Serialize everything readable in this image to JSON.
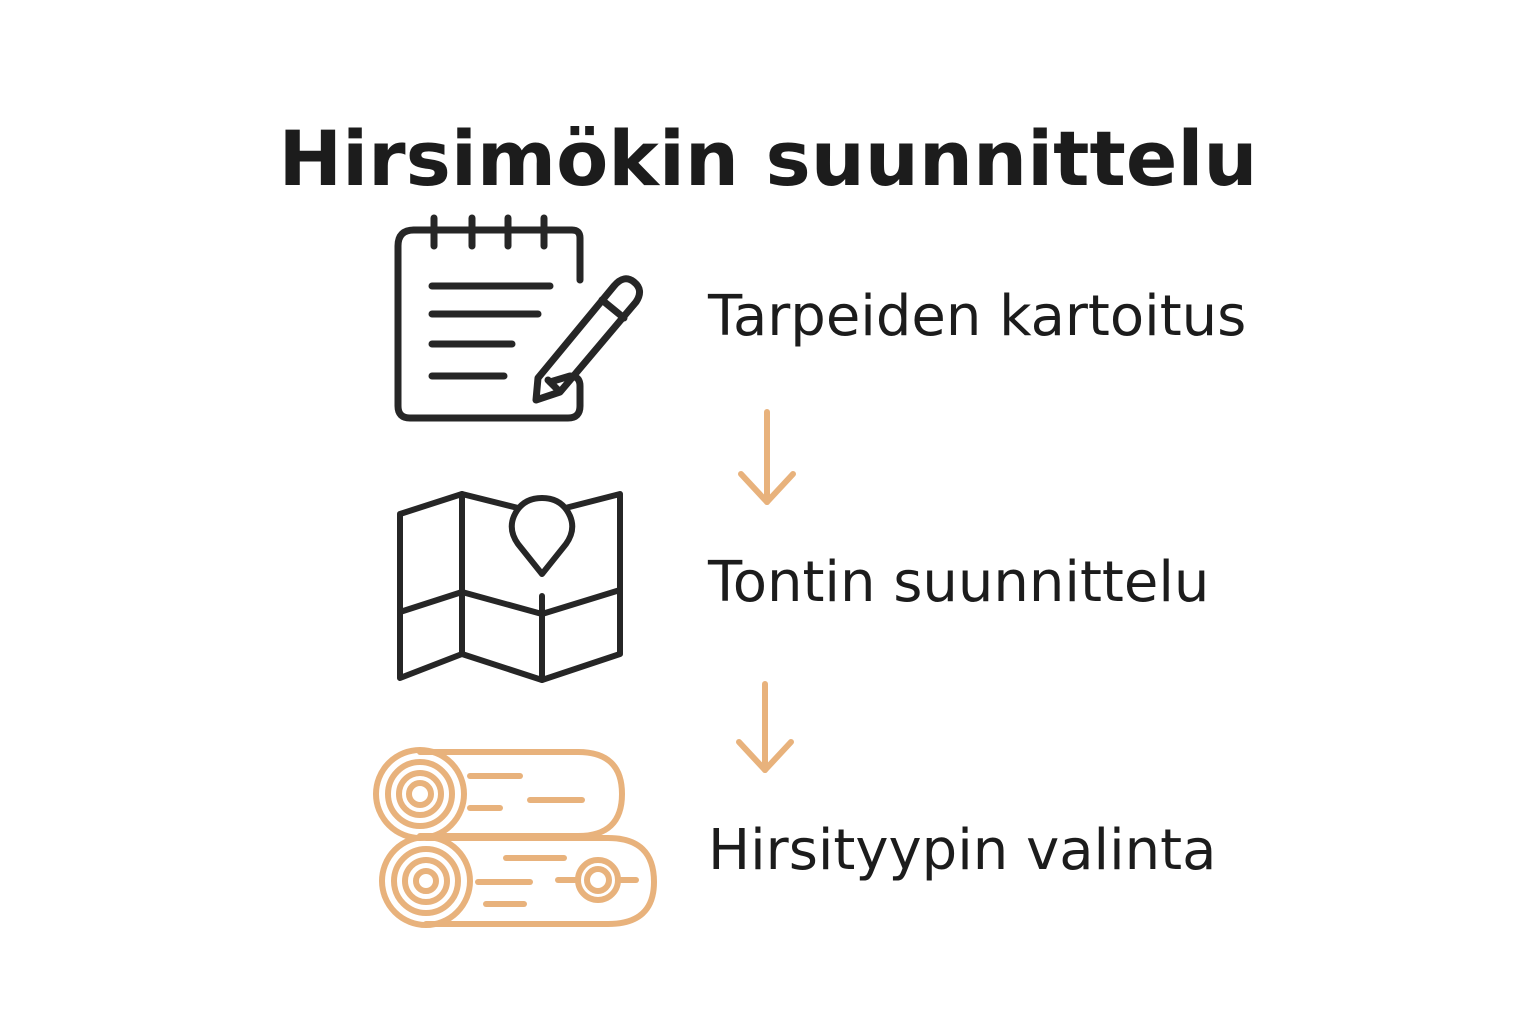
{
  "title": "Hirsimökin suunnittelu",
  "colors": {
    "text": "#1c1c1c",
    "icon_dark": "#262626",
    "accent": "#e8b27c"
  },
  "steps": [
    {
      "label": "Tarpeiden kartoitus",
      "icon": "notepad-pencil-icon"
    },
    {
      "label": "Tontin suunnittelu",
      "icon": "map-pin-icon"
    },
    {
      "label": "Hirsityypin valinta",
      "icon": "log-stack-icon"
    }
  ],
  "connectors": [
    {
      "icon": "arrow-down-icon"
    },
    {
      "icon": "arrow-down-icon"
    }
  ]
}
